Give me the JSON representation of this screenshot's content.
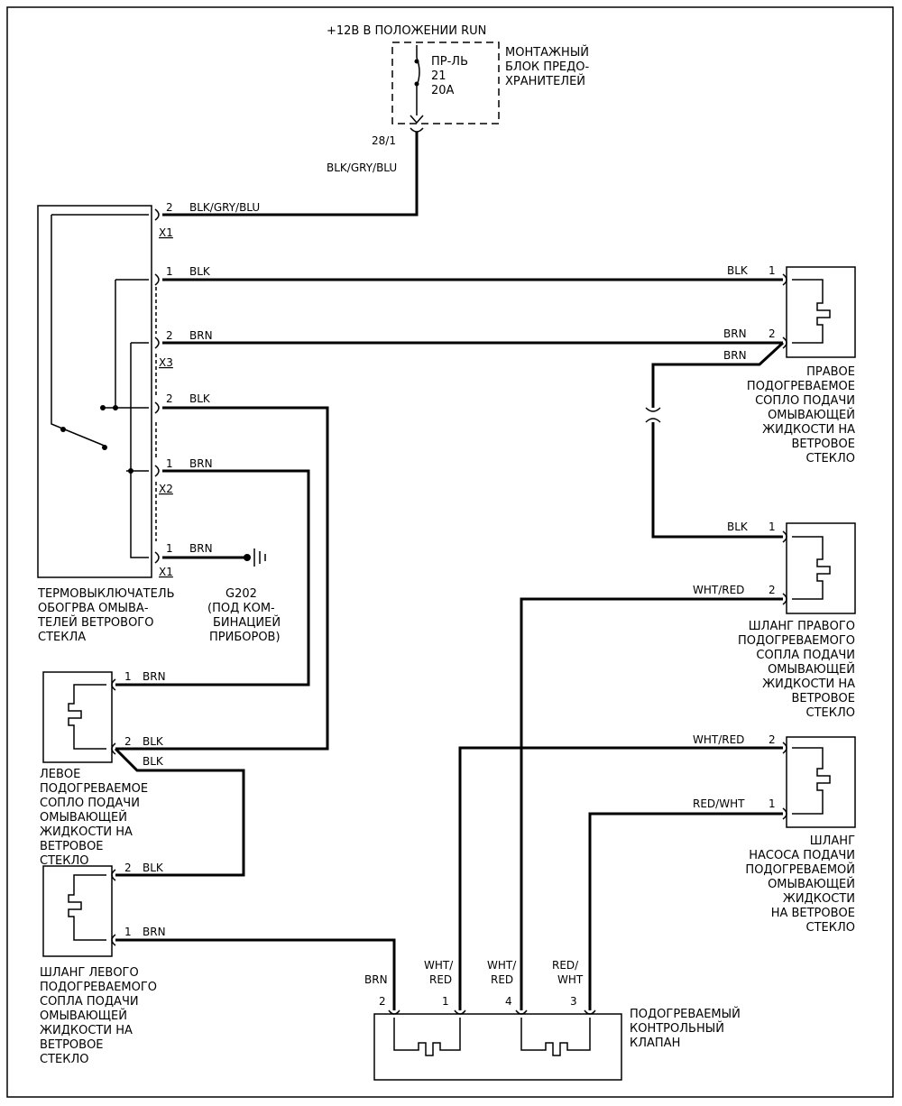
{
  "power": {
    "header": "+12В В ПОЛОЖЕНИИ RUN",
    "fuse_block": [
      "МОНТАЖНЫЙ",
      "БЛОК ПРЕДО-",
      "ХРАНИТЕЛЕЙ"
    ],
    "fuse": [
      "ПР-ЛЬ",
      "21",
      "20А"
    ],
    "pin": "28/1",
    "wire": "BLK/GRY/BLU"
  },
  "switch": {
    "label": [
      "ТЕРМОВЫКЛЮЧАТЕЛЬ",
      "ОБОГРВА ОМЫВА-",
      "ТЕЛЕЙ ВЕТРОВОГО",
      "СТЕКЛА"
    ],
    "pins": [
      {
        "pin": "2",
        "wire": "BLK/GRY/BLU"
      },
      {
        "pin": "1",
        "wire": "BLK"
      },
      {
        "pin": "2",
        "wire": "BRN"
      },
      {
        "pin": "2",
        "wire": "BLK"
      },
      {
        "pin": "1",
        "wire": "BRN"
      },
      {
        "pin": "1",
        "wire": "BRN"
      }
    ],
    "connectors": [
      "X1",
      "X3",
      "X2",
      "X1"
    ]
  },
  "ground": {
    "id": "G202",
    "note": [
      "(ПОД КОМ-",
      "БИНАЦИЕЙ",
      "ПРИБОРОВ)"
    ]
  },
  "right_nozzle": {
    "label": [
      "ПРАВОЕ",
      "ПОДОГРЕВАЕМОЕ",
      "СОПЛО ПОДАЧИ",
      "ОМЫВАЮЩЕЙ",
      "ЖИДКОСТИ НА",
      "ВЕТРОВОЕ",
      "СТЕКЛО"
    ],
    "pins": [
      {
        "pin": "1",
        "wire": "BLK"
      },
      {
        "pin": "2",
        "wire": "BRN"
      }
    ],
    "splice_wire": "BRN"
  },
  "right_hose": {
    "label": [
      "ШЛАНГ ПРАВОГО",
      "ПОДОГРЕВАЕМОГО",
      "СОПЛА ПОДАЧИ",
      "ОМЫВАЮЩЕЙ",
      "ЖИДКОСТИ НА",
      "ВЕТРОВОЕ",
      "СТЕКЛО"
    ],
    "pins": [
      {
        "pin": "1",
        "wire": "BLK"
      },
      {
        "pin": "2",
        "wire": "WHT/RED"
      }
    ]
  },
  "pump_hose": {
    "label": [
      "ШЛАНГ",
      "НАСОСА ПОДАЧИ",
      "ПОДОГРЕВАЕМОЙ",
      "ОМЫВАЮЩЕЙ",
      "ЖИДКОСТИ",
      "НА ВЕТРОВОЕ",
      "СТЕКЛО"
    ],
    "pins": [
      {
        "pin": "2",
        "wire": "WHT/RED"
      },
      {
        "pin": "1",
        "wire": "RED/WHT"
      }
    ]
  },
  "left_nozzle": {
    "label": [
      "ЛЕВОЕ",
      "ПОДОГРЕВАЕМОЕ",
      "СОПЛО ПОДАЧИ",
      "ОМЫВАЮЩЕЙ",
      "ЖИДКОСТИ НА",
      "ВЕТРОВОЕ",
      "СТЕКЛО"
    ],
    "pins": [
      {
        "pin": "1",
        "wire": "BRN"
      },
      {
        "pin": "2",
        "wire": "BLK"
      }
    ],
    "splice_wire": "BLK"
  },
  "left_hose": {
    "label": [
      "ШЛАНГ ЛЕВОГО",
      "ПОДОГРЕВАЕМОГО",
      "СОПЛА ПОДАЧИ",
      "ОМЫВАЮЩЕЙ",
      "ЖИДКОСТИ НА",
      "ВЕТРОВОЕ",
      "СТЕКЛО"
    ],
    "pins": [
      {
        "pin": "2",
        "wire": "BLK"
      },
      {
        "pin": "1",
        "wire": "BRN"
      }
    ]
  },
  "valve": {
    "label": [
      "ПОДОГРЕВАЕМЫЙ",
      "КОНТРОЛЬНЫЙ",
      "КЛАПАН"
    ],
    "pins": [
      {
        "pin": "2",
        "wire": [
          "BRN"
        ]
      },
      {
        "pin": "1",
        "wire": [
          "WHT/",
          "RED"
        ]
      },
      {
        "pin": "4",
        "wire": [
          "WHT/",
          "RED"
        ]
      },
      {
        "pin": "3",
        "wire": [
          "RED/",
          "WHT"
        ]
      }
    ]
  }
}
